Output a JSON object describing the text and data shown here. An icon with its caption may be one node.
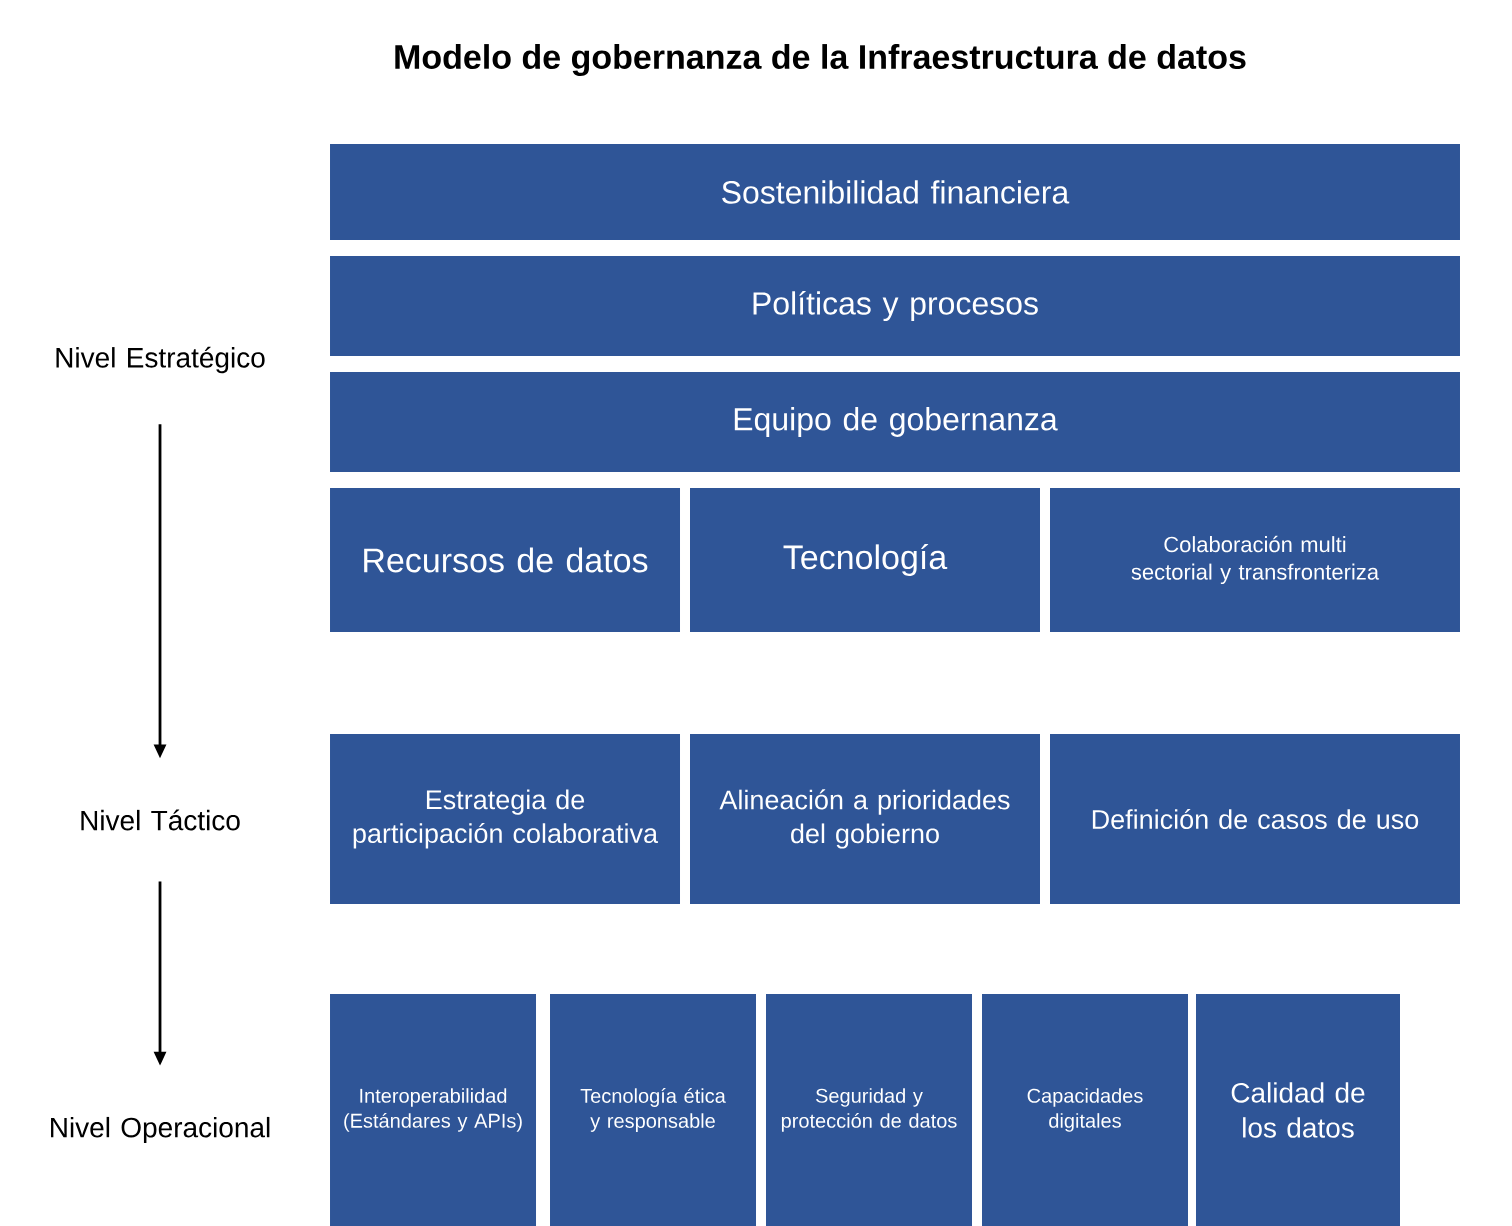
{
  "diagram": {
    "title": "Modelo de gobernanza de la Infraestructura de datos",
    "nodes": [
      {
        "text": [
          "Nivel Estratégico"
        ]
      },
      {
        "text": [
          "Sostenibilidad financiera"
        ]
      },
      {
        "text": [
          "Políticas y procesos"
        ]
      },
      {
        "text": [
          "Equipo de gobernanza"
        ]
      },
      {
        "text": [
          "Recursos de datos"
        ]
      },
      {
        "text": [
          "Tecnología"
        ]
      },
      {
        "text": [
          "Colaboración multi sectorial y transfronteriza"
        ]
      },
      {
        "text": [
          "Nivel Táctico"
        ]
      },
      {
        "text": [
          "Estrategia de participación colaborativa"
        ]
      },
      {
        "text": [
          "Alineación a prioridades del gobierno"
        ]
      },
      {
        "text": [
          "Definición de casos de uso"
        ]
      },
      {
        "text": [
          "Nivel Operacional"
        ]
      },
      {
        "text": [
          "Interoperabilidad (Estándares y APIs)"
        ]
      },
      {
        "text": [
          "Tecnología ética y responsable"
        ]
      },
      {
        "text": [
          "Seguridad y protección de datos"
        ]
      },
      {
        "text": [
          "Capacidades digitales"
        ]
      },
      {
        "text": [
          "Calidad de los datos"
        ]
      }
    ],
    "edges": [
      {
        "from": 0,
        "to": 7,
        "arrow": "to"
      },
      {
        "from": 7,
        "to": 11,
        "arrow": "to"
      }
    ]
  }
}
